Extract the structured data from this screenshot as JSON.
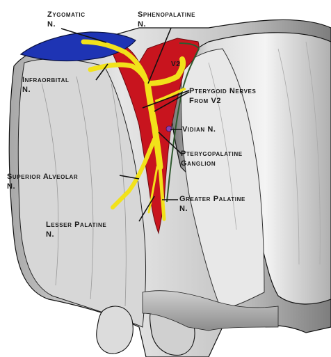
{
  "labels": {
    "zygomatic": [
      "Zygomatic",
      "N."
    ],
    "sphenopalatine": [
      "Sphenopalatine",
      "N."
    ],
    "v2": "V2",
    "infraorbital": [
      "Infraorbital",
      "N."
    ],
    "pterygoid": [
      "Pterygoid Nerves",
      "From V2"
    ],
    "vidian": "Vidian N.",
    "pterygopalatine": [
      "Pterygopalatine",
      "Ganglion"
    ],
    "superior_alveolar": [
      "Superior Alveolar",
      "N."
    ],
    "greater_palatine": [
      "Greater Palatine",
      "N."
    ],
    "lesser_palatine": [
      "Lesser Palatine",
      "N."
    ]
  },
  "colors": {
    "artery": "#c8141e",
    "nerve": "#f2e21a",
    "orbital_fissure": "#1e34b4",
    "vidian_canal": "#8a3fb0",
    "bone_light": "#f0f0f0",
    "bone_shadow": "#6e6e6e",
    "outline": "#111111"
  }
}
